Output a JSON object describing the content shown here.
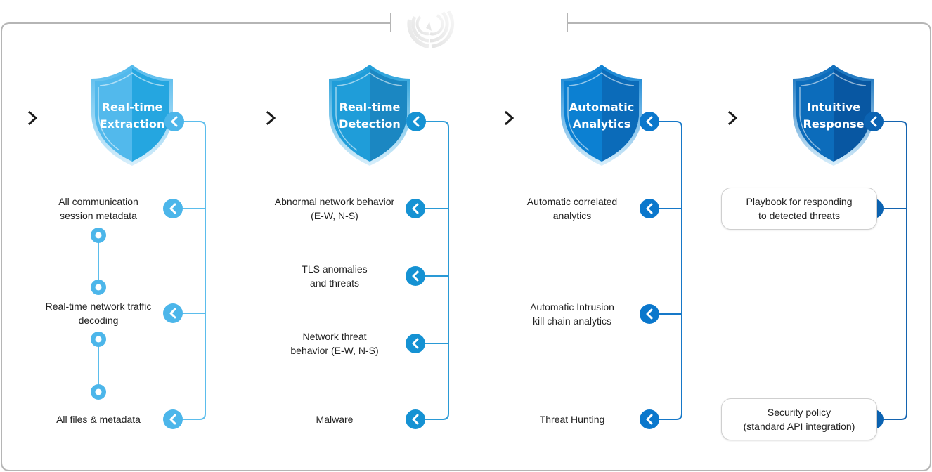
{
  "diagram": {
    "logo_icon": "wireless-signal-icon",
    "step_arrow_icon": "chevron-right-icon",
    "node_icon": "chevron-left-circle-icon",
    "stages": [
      {
        "id": "extraction",
        "title_lines": [
          "Real-time",
          "Extraction"
        ],
        "color_light": "#52b9ec",
        "color_dark": "#25a6e0",
        "accent": "#4cb6ea",
        "line": "#5bbdec",
        "items": [
          {
            "lines": [
              "All communication",
              "session metadata"
            ],
            "boxed": false
          },
          {
            "lines": [
              "Real-time network traffic",
              "decoding"
            ],
            "boxed": false
          },
          {
            "lines": [
              "All files & metadata"
            ],
            "boxed": false
          }
        ],
        "has_timeline": true
      },
      {
        "id": "detection",
        "title_lines": [
          "Real-time",
          "Detection"
        ],
        "color_light": "#1f9dd9",
        "color_dark": "#1b87c2",
        "accent": "#1592d3",
        "line": "#2a9ad6",
        "items": [
          {
            "lines": [
              "Abnormal network behavior",
              "(E-W, N-S)"
            ],
            "boxed": false
          },
          {
            "lines": [
              "TLS anomalies",
              "and threats"
            ],
            "boxed": false
          },
          {
            "lines": [
              "Network threat",
              "behavior (E-W, N-S)"
            ],
            "boxed": false
          },
          {
            "lines": [
              "Malware"
            ],
            "boxed": false
          }
        ],
        "has_timeline": false
      },
      {
        "id": "analytics",
        "title_lines": [
          "Automatic",
          "Analytics"
        ],
        "color_light": "#0c80d2",
        "color_dark": "#0b6bb9",
        "accent": "#0a77cc",
        "line": "#1678c8",
        "items": [
          {
            "lines": [
              "Automatic correlated",
              "analytics"
            ],
            "boxed": false
          },
          {
            "lines": [
              "Automatic Intrusion",
              "kill chain analytics"
            ],
            "boxed": false
          },
          {
            "lines": [
              "Threat Hunting"
            ],
            "boxed": false
          }
        ],
        "has_timeline": false
      },
      {
        "id": "response",
        "title_lines": [
          "Intuitive",
          "Response"
        ],
        "color_light": "#0c6cbb",
        "color_dark": "#0857a2",
        "accent": "#0b63b2",
        "line": "#1464b0",
        "items": [
          {
            "lines": [
              "Playbook for responding",
              "to detected threats"
            ],
            "boxed": true
          },
          {
            "lines": [
              "Security policy",
              "(standard API integration)"
            ],
            "boxed": true
          }
        ],
        "has_timeline": false
      }
    ]
  }
}
